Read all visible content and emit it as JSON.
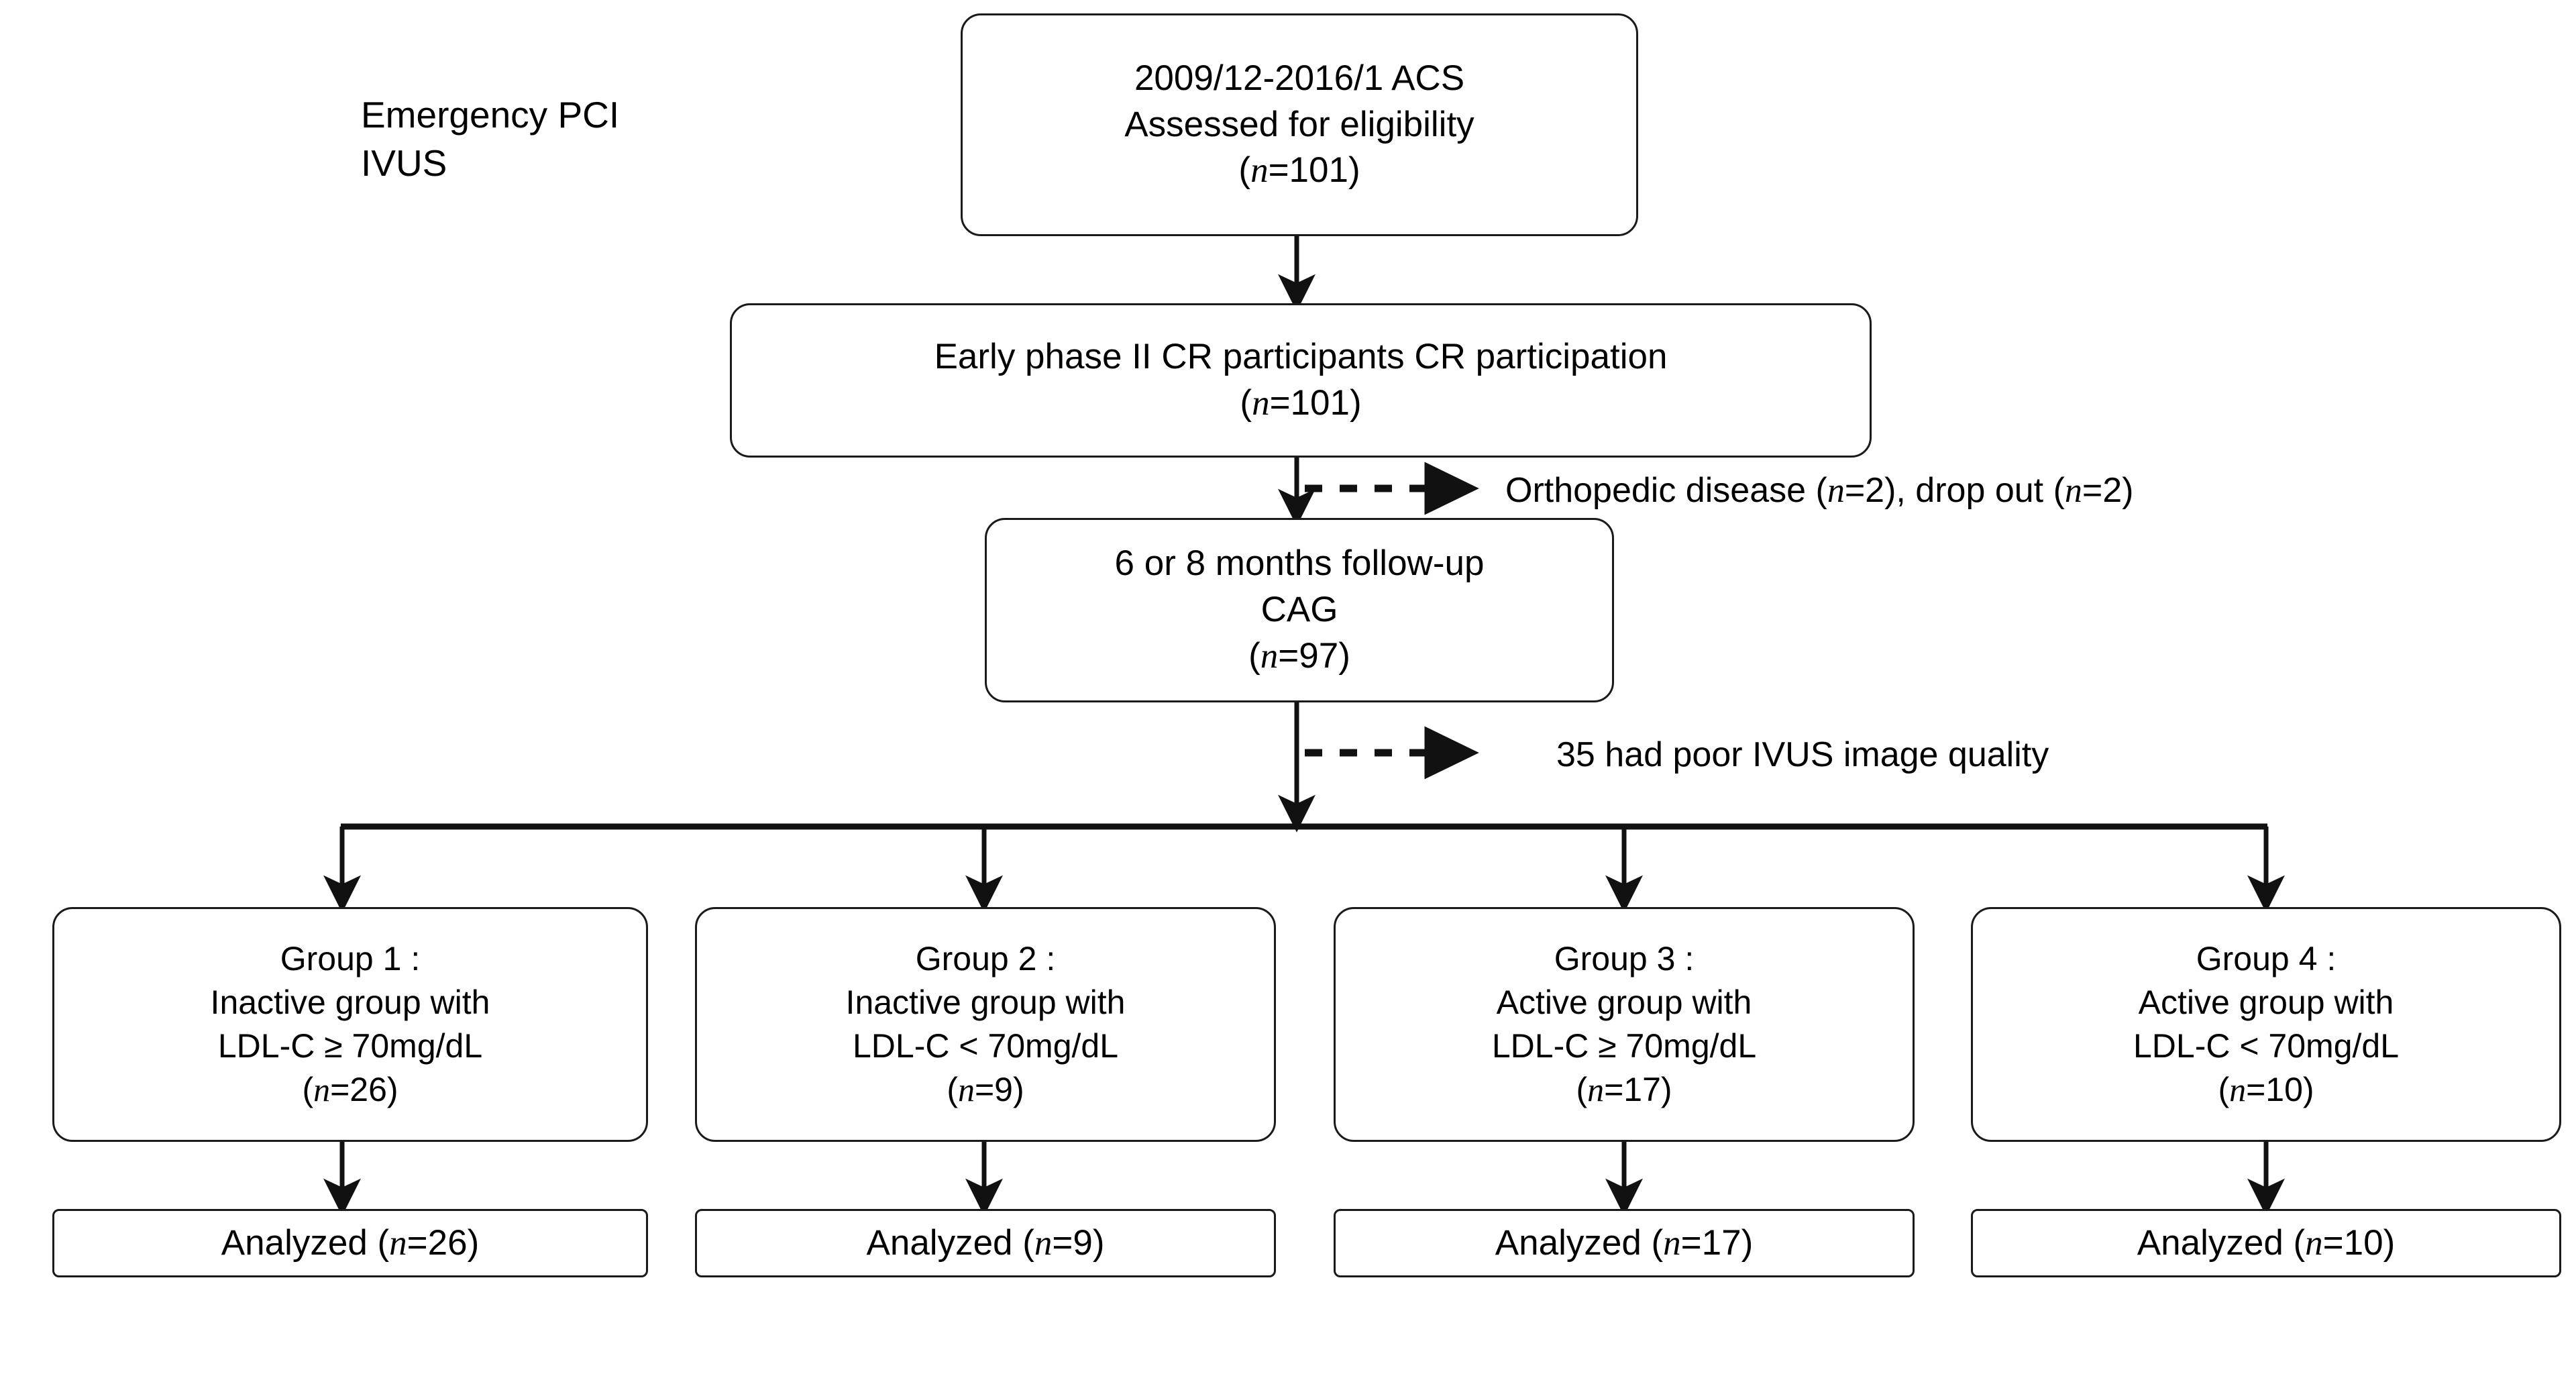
{
  "diagram": {
    "title": "CONSORT-style participant flow diagram",
    "side_label": {
      "lines": [
        "Emergency PCI",
        "IVUS"
      ]
    },
    "nodes": [
      {
        "id": "assessed",
        "lines": [
          "2009/12-2016/1 ACS",
          "Assessed for eligibility",
          "(n=101)"
        ],
        "n": 101
      },
      {
        "id": "cr-participation",
        "lines": [
          "Early phase II CR participants CR participation",
          "(n=101)"
        ],
        "n": 101
      },
      {
        "id": "followup-cag",
        "lines": [
          "6 or 8 months follow-up",
          "CAG",
          "(n=97)"
        ],
        "n": 97
      }
    ],
    "exclusions": [
      {
        "id": "excl-1",
        "text": "Orthopedic disease (n=2), drop out (n=2)"
      },
      {
        "id": "excl-2",
        "text": "35 had poor IVUS image quality"
      }
    ],
    "groups": [
      {
        "id": "group-1",
        "lines": [
          "Group 1 :",
          "Inactive group with",
          "LDL-C ≥ 70mg/dL",
          "(n=26)"
        ],
        "n": 26,
        "analyzed": "Analyzed (n=26)"
      },
      {
        "id": "group-2",
        "lines": [
          "Group 2 :",
          "Inactive group with",
          "LDL-C < 70mg/dL",
          "(n=9)"
        ],
        "n": 9,
        "analyzed": "Analyzed (n=9)"
      },
      {
        "id": "group-3",
        "lines": [
          "Group 3 :",
          "Active group with",
          "LDL-C ≥ 70mg/dL",
          "(n=17)"
        ],
        "n": 17,
        "analyzed": "Analyzed (n=17)"
      },
      {
        "id": "group-4",
        "lines": [
          "Group 4 :",
          "Active group with",
          "LDL-C < 70mg/dL",
          "(n=10)"
        ],
        "n": 10,
        "analyzed": "Analyzed (n=10)"
      }
    ],
    "colors": {
      "stroke": "#1a1a1a",
      "background": "#ffffff",
      "text": "#000000"
    }
  }
}
